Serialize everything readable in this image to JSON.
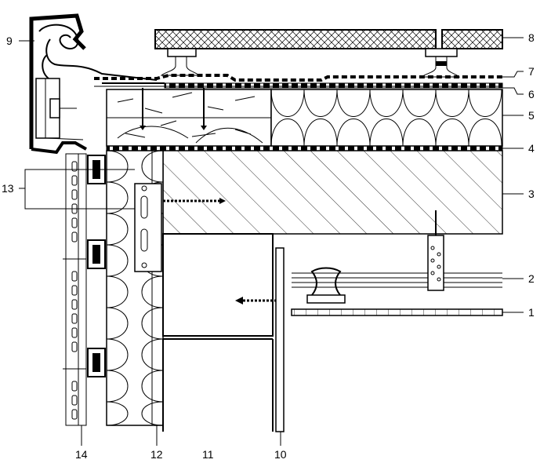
{
  "labels": {
    "l1": "1",
    "l2": "2",
    "l3": "3",
    "l4": "4",
    "l5": "5",
    "l6": "6",
    "l7": "7",
    "l8": "8",
    "l9": "9",
    "l10": "10",
    "l11": "11",
    "l12": "12",
    "l13": "13",
    "l14": "14"
  }
}
